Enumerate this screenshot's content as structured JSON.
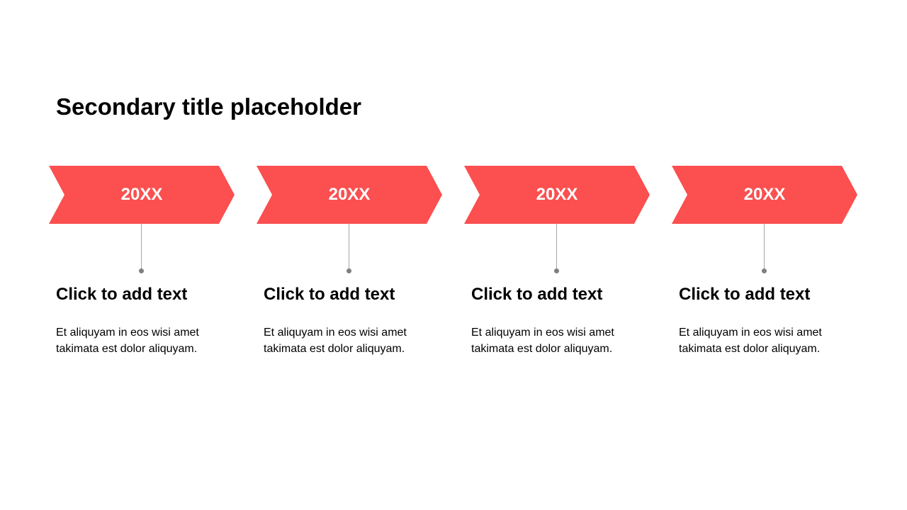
{
  "title": "Secondary title placeholder",
  "colors": {
    "chevron": "#fc4f4f",
    "connector": "#a6a6a6",
    "dot": "#808080"
  },
  "steps": [
    {
      "year": "20XX",
      "heading": "Click to add text",
      "body": "Et aliquyam in eos wisi amet takimata est dolor aliquyam."
    },
    {
      "year": "20XX",
      "heading": "Click to add text",
      "body": "Et aliquyam in eos wisi amet takimata est dolor aliquyam."
    },
    {
      "year": "20XX",
      "heading": "Click to add text",
      "body": "Et aliquyam in eos wisi amet takimata est dolor aliquyam."
    },
    {
      "year": "20XX",
      "heading": "Click to add text",
      "body": "Et aliquyam in eos wisi amet takimata est dolor aliquyam."
    }
  ]
}
